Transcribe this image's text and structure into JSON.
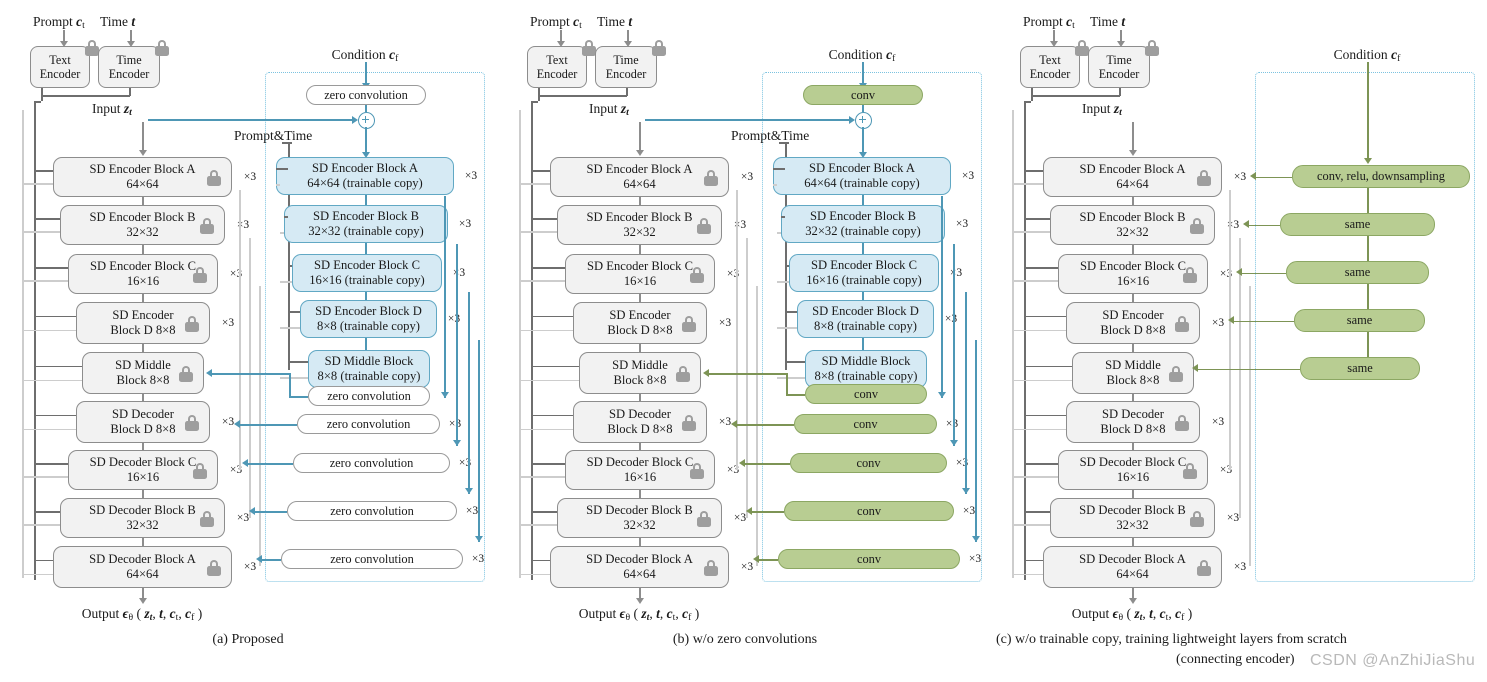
{
  "figure": {
    "title": "ControlNet ablation architecture comparison",
    "watermark": "CSDN @AnZhiJiaShu"
  },
  "colors": {
    "frozen_block_fill": "#f2f2f2",
    "frozen_block_border": "#8d8d8d",
    "trainable_copy_fill": "#d6eaf4",
    "trainable_copy_border": "#61a8c4",
    "zero_conv_fill": "#ffffff",
    "zero_conv_border": "#9a9a9a",
    "green_layer_fill": "#b8cd92",
    "green_layer_border": "#8ca763",
    "blue_arrow": "#4e97b5",
    "green_arrow": "#7d9455",
    "skip_line": "#cdcdcd",
    "bus_line": "#6e6e6e",
    "dotted_container": "#7cc3e0",
    "lock_icon": "#9e9e9e",
    "watermark": "#b9b9b9"
  },
  "labels": {
    "prompt": "Prompt",
    "prompt_sym": "c",
    "prompt_sub": "t",
    "time": "Time",
    "time_sym": "t",
    "text_encoder_l1": "Text",
    "text_encoder_l2": "Encoder",
    "time_encoder_l1": "Time",
    "time_encoder_l2": "Encoder",
    "input": "Input",
    "input_sym": "z",
    "input_sub": "t",
    "condition": "Condition",
    "condition_sym": "c",
    "condition_sub": "f",
    "prompt_and_time": "Prompt&Time",
    "output_prefix": "Output",
    "multiplier": "×3",
    "zero_convolution": "zero convolution",
    "conv": "conv",
    "same": "same",
    "conv_relu_downsampling": "conv, relu, downsampling"
  },
  "sd_blocks": [
    {
      "id": "enc-a",
      "l1": "SD Encoder Block A",
      "l2": "64×64",
      "mul": "×3"
    },
    {
      "id": "enc-b",
      "l1": "SD Encoder Block B",
      "l2": "32×32",
      "mul": "×3"
    },
    {
      "id": "enc-c",
      "l1": "SD Encoder Block C",
      "l2": "16×16",
      "mul": "×3"
    },
    {
      "id": "enc-d",
      "l1": "SD Encoder",
      "l2": "Block D 8×8",
      "mul": "×3"
    },
    {
      "id": "middle",
      "l1": "SD Middle",
      "l2": "Block 8×8",
      "mul": ""
    },
    {
      "id": "dec-d",
      "l1": "SD Decoder",
      "l2": "Block D 8×8",
      "mul": "×3"
    },
    {
      "id": "dec-c",
      "l1": "SD Decoder Block C",
      "l2": "16×16",
      "mul": "×3"
    },
    {
      "id": "dec-b",
      "l1": "SD Decoder Block B",
      "l2": "32×32",
      "mul": "×3"
    },
    {
      "id": "dec-a",
      "l1": "SD Decoder Block A",
      "l2": "64×64",
      "mul": "×3"
    }
  ],
  "trainable_copies": [
    {
      "id": "tc-enc-a",
      "l1": "SD Encoder Block A",
      "l2": "64×64 (trainable copy)",
      "mul": "×3"
    },
    {
      "id": "tc-enc-b",
      "l1": "SD Encoder Block B",
      "l2": "32×32 (trainable copy)",
      "mul": "×3"
    },
    {
      "id": "tc-enc-c",
      "l1": "SD Encoder Block C",
      "l2": "16×16 (trainable copy)",
      "mul": "×3"
    },
    {
      "id": "tc-enc-d",
      "l1": "SD Encoder Block D",
      "l2": "8×8 (trainable copy)",
      "mul": "×3"
    },
    {
      "id": "tc-middle",
      "l1": "SD Middle Block",
      "l2": "8×8 (trainable copy)",
      "mul": ""
    }
  ],
  "panel_a": {
    "caption": "(a) Proposed",
    "zero_convs": [
      {
        "id": "zc-mid",
        "label": "zero convolution",
        "mul": ""
      },
      {
        "id": "zc-dec-d",
        "label": "zero convolution",
        "mul": "×3"
      },
      {
        "id": "zc-dec-c",
        "label": "zero convolution",
        "mul": "×3"
      },
      {
        "id": "zc-dec-b",
        "label": "zero convolution",
        "mul": "×3"
      },
      {
        "id": "zc-dec-a",
        "label": "zero convolution",
        "mul": "×3"
      }
    ],
    "top_zero_conv": "zero convolution"
  },
  "panel_b": {
    "caption": "(b) w/o zero convolutions",
    "convs": [
      {
        "id": "cv-mid",
        "label": "conv",
        "mul": ""
      },
      {
        "id": "cv-dec-d",
        "label": "conv",
        "mul": "×3"
      },
      {
        "id": "cv-dec-c",
        "label": "conv",
        "mul": "×3"
      },
      {
        "id": "cv-dec-b",
        "label": "conv",
        "mul": "×3"
      },
      {
        "id": "cv-dec-a",
        "label": "conv",
        "mul": "×3"
      }
    ],
    "top_conv": "conv"
  },
  "panel_c": {
    "caption_line1": "(c) w/o trainable copy, training lightweight layers from scratch",
    "caption_line2": "(connecting encoder)",
    "light_layers": [
      {
        "id": "ll-1",
        "label": "conv, relu, downsampling",
        "mul": "×3"
      },
      {
        "id": "ll-2",
        "label": "same",
        "mul": "×3"
      },
      {
        "id": "ll-3",
        "label": "same",
        "mul": "×3"
      },
      {
        "id": "ll-4",
        "label": "same",
        "mul": "×3"
      },
      {
        "id": "ll-5",
        "label": "same",
        "mul": ""
      }
    ]
  }
}
